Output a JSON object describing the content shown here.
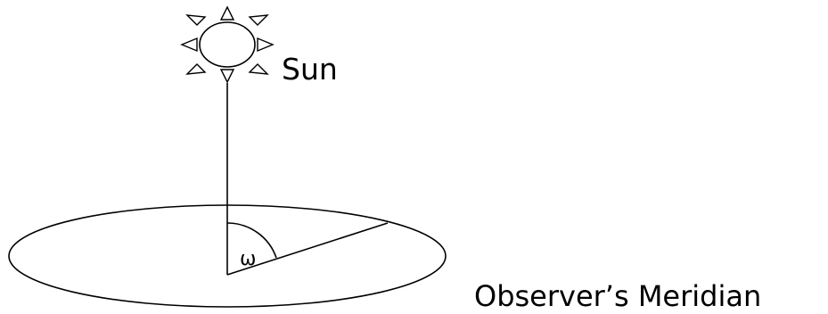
{
  "diagram": {
    "sun_label": "Sun",
    "angle_label": "ω",
    "meridian_label": "Observer’s Meridian",
    "icons": {
      "sun": "sun-icon"
    },
    "colors": {
      "stroke": "#000000",
      "background": "#ffffff"
    }
  }
}
